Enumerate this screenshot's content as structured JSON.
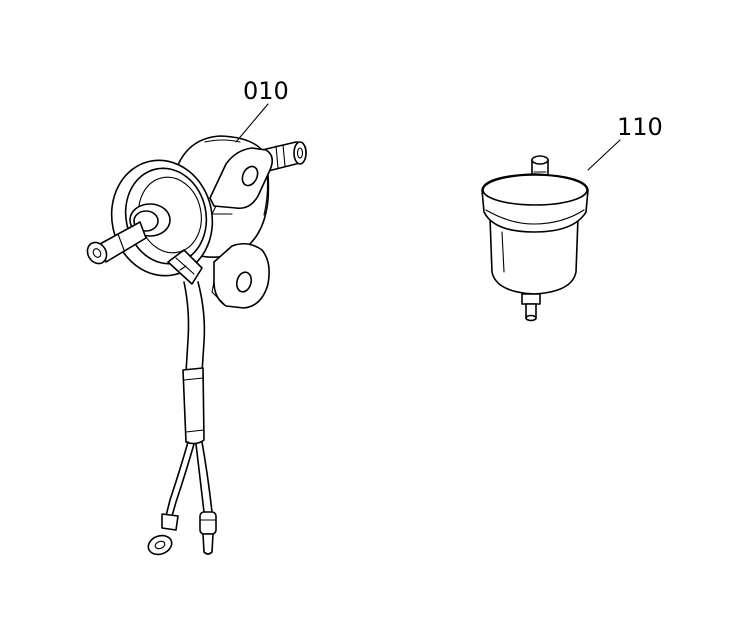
{
  "diagram": {
    "callouts": [
      {
        "label": "010",
        "part": "fuel-pump"
      },
      {
        "label": "110",
        "part": "fuel-filter"
      }
    ]
  },
  "colors": {
    "background": "#ffffff",
    "line": "#000000"
  }
}
